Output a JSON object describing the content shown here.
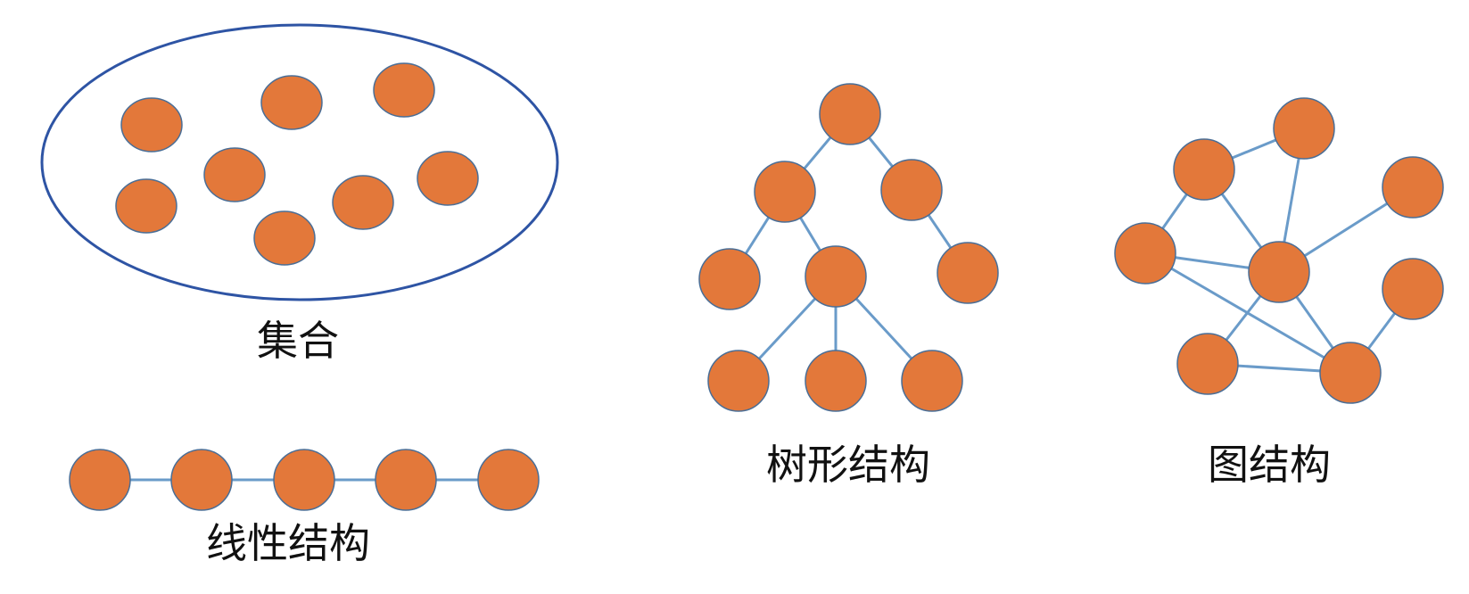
{
  "labels": {
    "set": "集合",
    "linear": "线性结构",
    "tree": "树形结构",
    "graph": "图结构"
  },
  "colors": {
    "node_fill": "#E3783A",
    "node_stroke": "#4A6E96",
    "edge": "#6A9BC9",
    "set_boundary": "#2E54A4"
  }
}
